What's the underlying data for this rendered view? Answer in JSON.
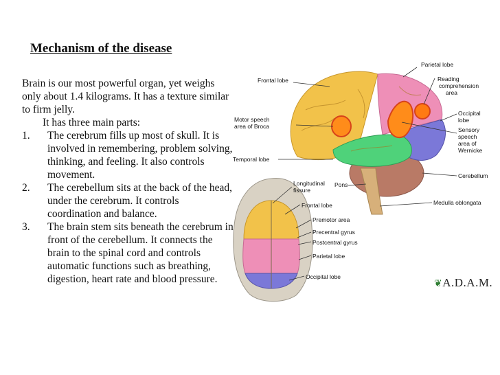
{
  "slide": {
    "title": "Mechanism of the disease",
    "intro": "Brain is our most powerful organ, yet weighs only about 1.4 kilograms. It has a texture similar to firm jelly.",
    "parts_heading": "It has three main parts:",
    "items": [
      {
        "num": "1.",
        "text": "The cerebrum fills up most of skull. It is involved in remembering, problem solving, thinking, and feeling. It also controls movement."
      },
      {
        "num": "2.",
        "text": "The cerebellum sits at the back of the head, under the cerebrum. It controls coordination and balance."
      },
      {
        "num": "3.",
        "text": "The brain stem sits beneath the cerebrum in front of the cerebellum. It connects the brain to the spinal cord and controls automatic functions such as breathing, digestion, heart rate and blood pressure."
      }
    ]
  },
  "figure": {
    "side_labels": {
      "frontal_lobe": "Frontal lobe",
      "parietal_lobe": "Parietal lobe",
      "reading_1": "Reading",
      "reading_2": "comprehension",
      "reading_3": "area",
      "occipital_1": "Occipital",
      "occipital_2": "lobe",
      "motor_1": "Motor speech",
      "motor_2": "area of Broca",
      "sensory_1": "Sensory",
      "sensory_2": "speech",
      "sensory_3": "area of",
      "sensory_4": "Wernicke",
      "temporal_lobe": "Temporal lobe",
      "cerebellum": "Cerebellum",
      "pons": "Pons",
      "medulla": "Medulla oblongata"
    },
    "top_labels": {
      "longitudinal_1": "Longitudinal",
      "longitudinal_2": "fissure",
      "frontal_lobe": "Frontal lobe",
      "premotor": "Premotor area",
      "precentral": "Precentral gyrus",
      "postcentral": "Postcentral gyrus",
      "parietal": "Parietal lobe",
      "occipital": "Occipital lobe"
    },
    "logo": "A.D.A.M."
  },
  "colors": {
    "frontal": "#f2c24a",
    "parietal": "#ee8fb7",
    "occipital": "#7b78d8",
    "temporal": "#4fd27a",
    "orange": "#ff8c1a",
    "cerebellum": "#b97a66"
  }
}
